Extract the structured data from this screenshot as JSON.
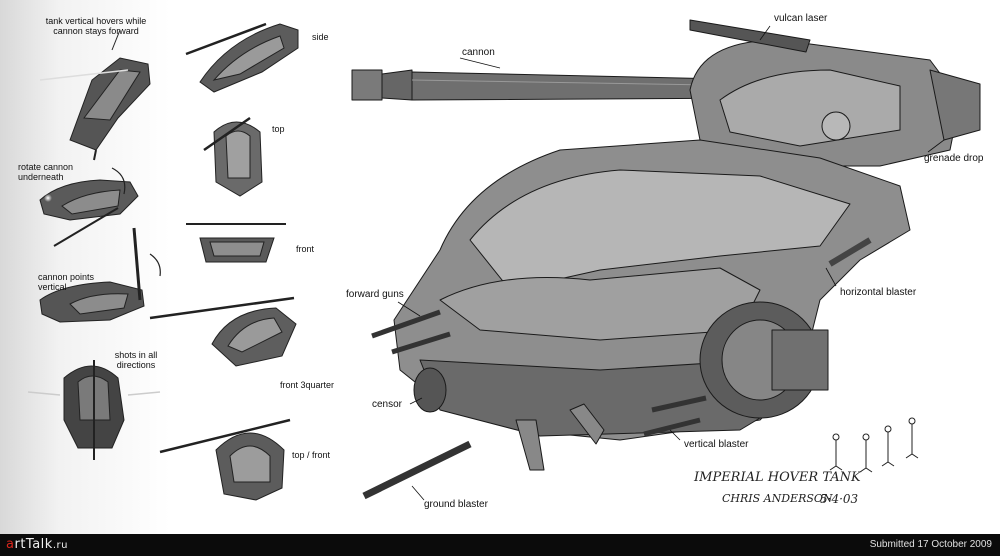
{
  "labels": {
    "tank_hover": "tank vertical hovers while\ncannon stays forward",
    "side": "side",
    "top": "top",
    "rotate_cannon": "rotate cannon\nunderneath",
    "front": "front",
    "cannon_points": "cannon points\nvertical",
    "front_3quarter": "front 3quarter",
    "shots_all": "shots in all\ndirections",
    "top_front": "top / front",
    "cannon": "cannon",
    "vulcan_laser": "vulcan laser",
    "grenade_drop": "grenade drop",
    "horizontal_blaster": "horizontal blaster",
    "forward_guns": "forward guns",
    "censor": "censor",
    "vertical_blaster": "vertical blaster",
    "ground_blaster": "ground blaster"
  },
  "signature": {
    "title": "IMPERIAL HOVER TANK",
    "artist": "CHRIS ANDERSON",
    "date": "5·4·03"
  },
  "footer": {
    "logo_a": "a",
    "logo_rest": "rtTalk",
    "logo_tld": ".ru",
    "submitted": "Submitted 17 October 2009"
  }
}
